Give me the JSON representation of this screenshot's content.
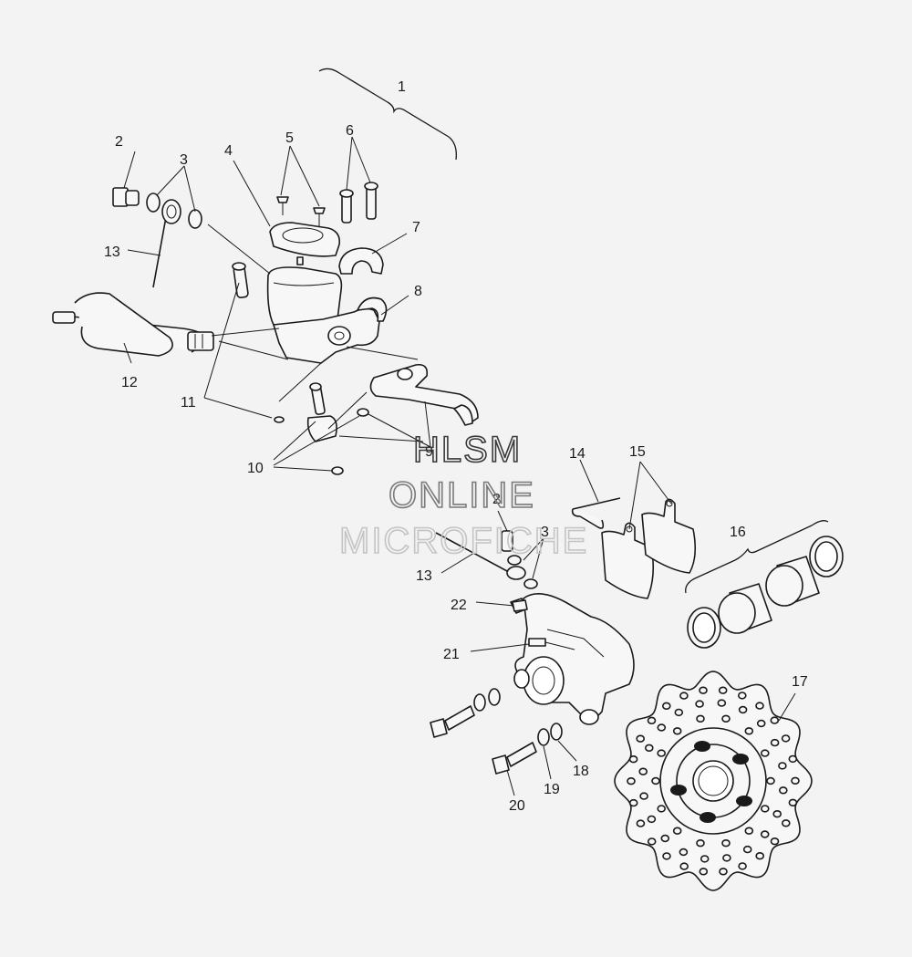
{
  "watermark": {
    "line1": "HLSM",
    "line2": "ONLINE",
    "line3": "MICROFICHE",
    "colors": [
      "#3a3a3a",
      "#7a7a7a",
      "#c4c4c4"
    ]
  },
  "callouts": {
    "c1": "1",
    "c2a": "2",
    "c3a": "3",
    "c4": "4",
    "c5": "5",
    "c6": "6",
    "c7": "7",
    "c8": "8",
    "c9": "9",
    "c10": "10",
    "c11": "11",
    "c12": "12",
    "c13a": "13",
    "c14": "14",
    "c15": "15",
    "c16": "16",
    "c17": "17",
    "c18": "18",
    "c19": "19",
    "c20": "20",
    "c21": "21",
    "c22": "22",
    "c2b": "2",
    "c3b": "3",
    "c13b": "13"
  }
}
